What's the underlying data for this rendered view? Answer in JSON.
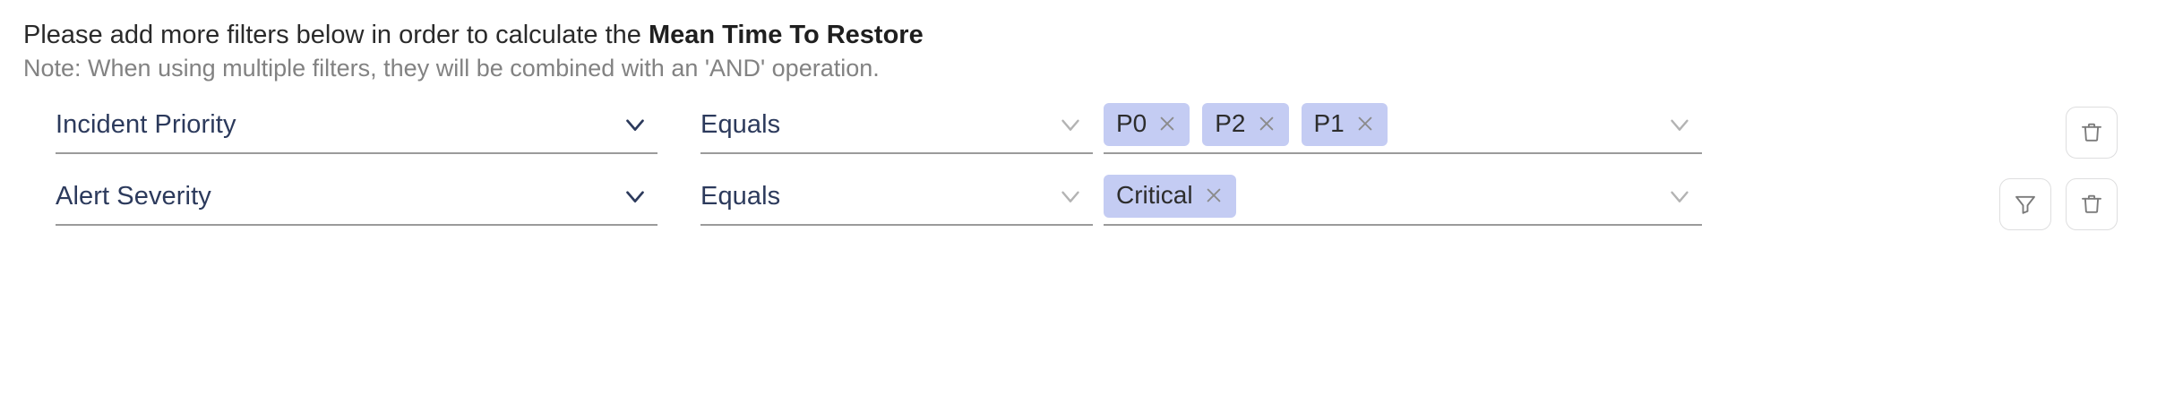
{
  "header": {
    "instruction_lead": "Please add more filters below in order to calculate the ",
    "instruction_metric": "Mean Time To Restore",
    "note": "Note: When using multiple filters, they will be combined with an 'AND' operation."
  },
  "colors": {
    "tag_background": "#c4ccf3",
    "field_text": "#2c3a5c",
    "note_text": "#828282",
    "underline": "#9b9b9b",
    "icon_gray": "#7b7b7b",
    "button_border": "#dededf"
  },
  "filters": [
    {
      "attribute": "Incident Priority",
      "attribute_chevron_icon": "chevron-down-icon",
      "operator": "Equals",
      "operator_chevron_icon": "chevron-down-icon",
      "values": [
        "P0",
        "P2",
        "P1"
      ],
      "value_chevron_icon": "chevron-down-icon",
      "actions": [
        {
          "icon": "trash-icon",
          "name": "delete-filter-button"
        }
      ]
    },
    {
      "attribute": "Alert Severity",
      "attribute_chevron_icon": "chevron-down-icon",
      "operator": "Equals",
      "operator_chevron_icon": "chevron-down-icon",
      "values": [
        "Critical"
      ],
      "value_chevron_icon": "chevron-down-icon",
      "actions": [
        {
          "icon": "funnel-icon",
          "name": "add-filter-button"
        },
        {
          "icon": "trash-icon",
          "name": "delete-filter-button"
        }
      ]
    }
  ],
  "tag_remove_icon": "close-icon"
}
